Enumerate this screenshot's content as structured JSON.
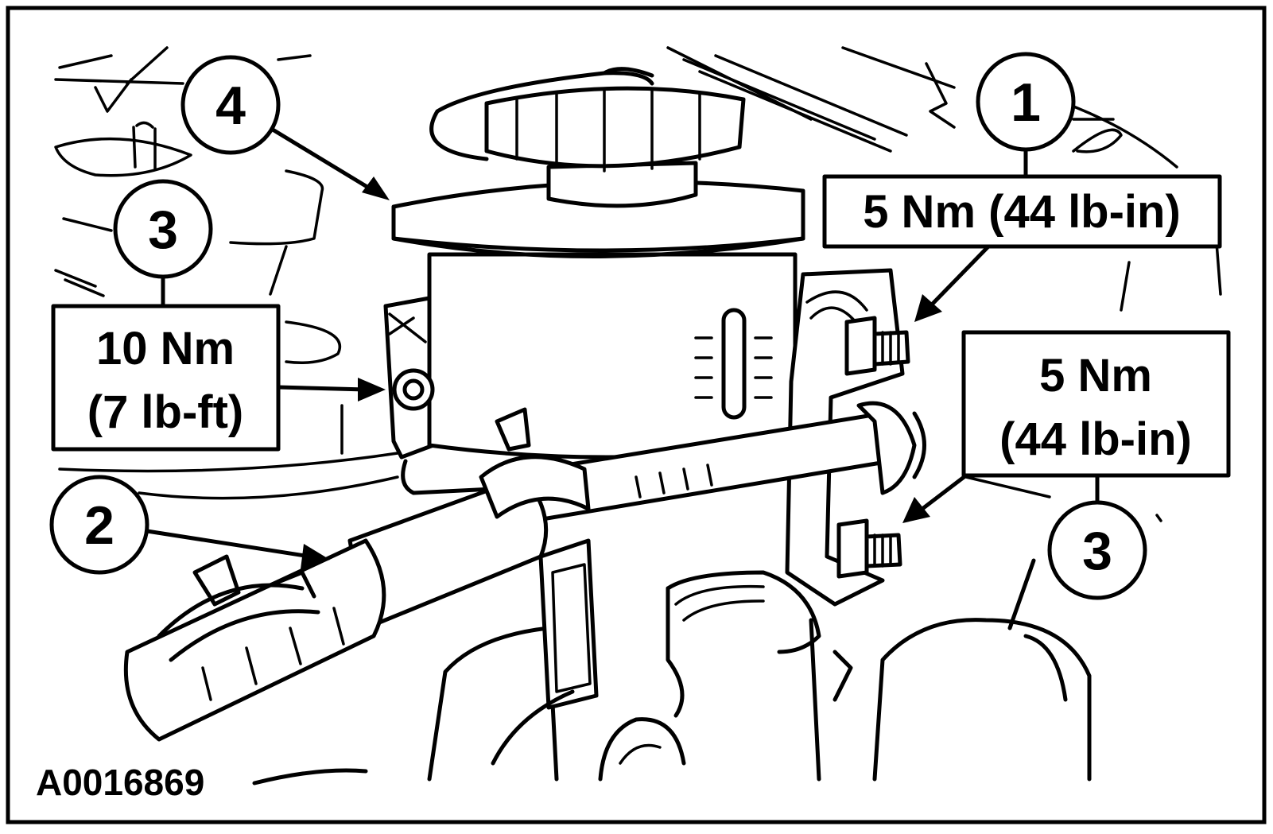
{
  "figure": {
    "id": "A0016869",
    "colors": {
      "ink": "#000000",
      "paper": "#ffffff"
    }
  },
  "callouts": [
    {
      "number": "1",
      "torque_lines": [
        "5 Nm (44 lb-in)"
      ]
    },
    {
      "number": "2",
      "torque_lines": []
    },
    {
      "number": "3",
      "torque_lines": [
        "10 Nm",
        "(7 lb-ft)"
      ]
    },
    {
      "number": "3",
      "torque_lines": [
        "5 Nm",
        "(44 lb-in)"
      ]
    },
    {
      "number": "4",
      "torque_lines": []
    }
  ]
}
